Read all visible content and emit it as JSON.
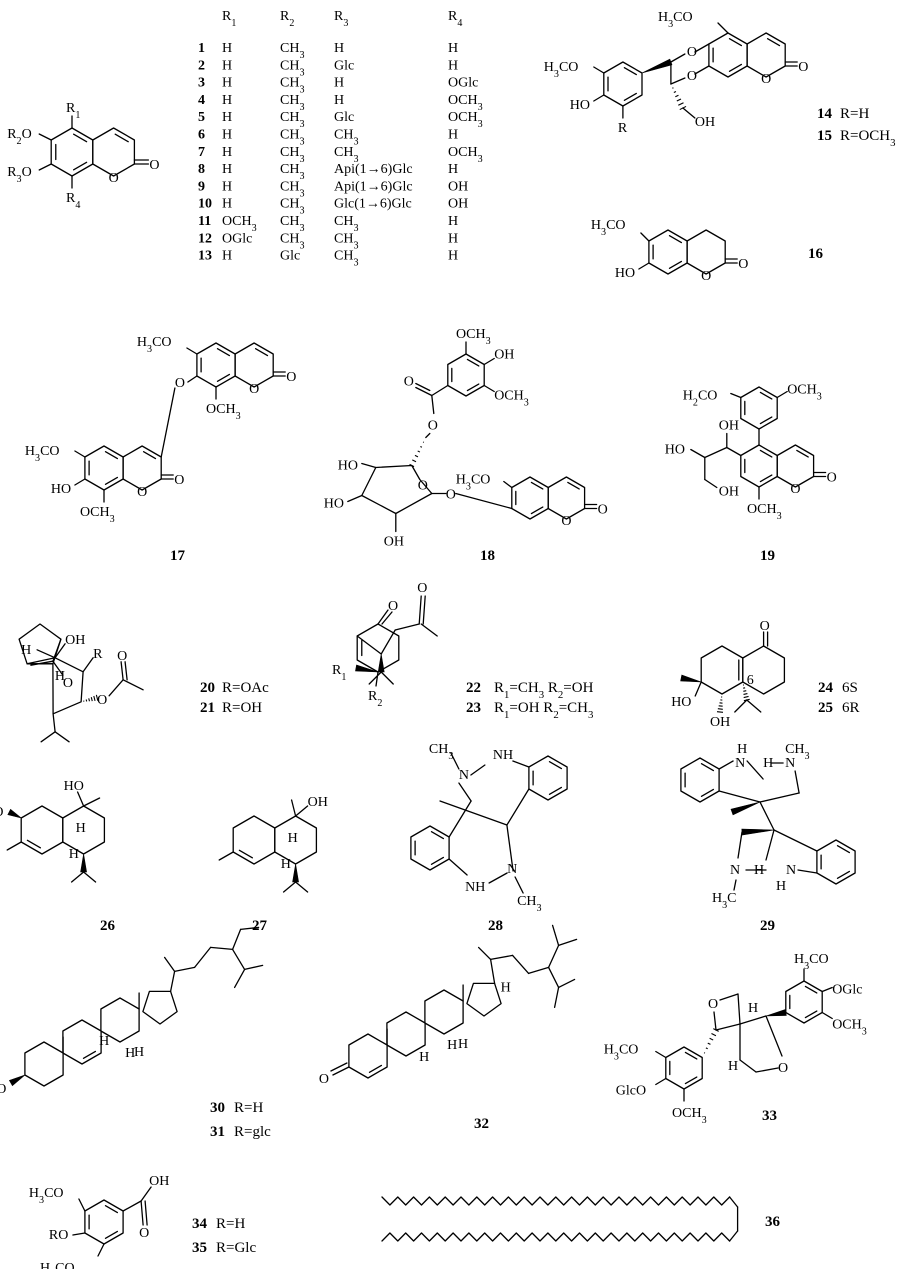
{
  "table": {
    "headers": [
      "R1",
      "R2",
      "R3",
      "R4"
    ],
    "header_display": [
      [
        "R",
        "1"
      ],
      [
        "R",
        "2"
      ],
      [
        "R",
        "3"
      ],
      [
        "R",
        "4"
      ]
    ],
    "rows": [
      {
        "id": "1",
        "r1": "H",
        "r2": "CH3",
        "r3": "H",
        "r4": "H"
      },
      {
        "id": "2",
        "r1": "H",
        "r2": "CH3",
        "r3": "Glc",
        "r4": "H"
      },
      {
        "id": "3",
        "r1": "H",
        "r2": "CH3",
        "r3": "H",
        "r4": "OGlc"
      },
      {
        "id": "4",
        "r1": "H",
        "r2": "CH3",
        "r3": "H",
        "r4": "OCH3"
      },
      {
        "id": "5",
        "r1": "H",
        "r2": "CH3",
        "r3": "Glc",
        "r4": "OCH3"
      },
      {
        "id": "6",
        "r1": "H",
        "r2": "CH3",
        "r3": "CH3",
        "r4": "H"
      },
      {
        "id": "7",
        "r1": "H",
        "r2": "CH3",
        "r3": "CH3",
        "r4": "OCH3"
      },
      {
        "id": "8",
        "r1": "H",
        "r2": "CH3",
        "r3": "Api(1→6)Glc",
        "r4": "H"
      },
      {
        "id": "9",
        "r1": "H",
        "r2": "CH3",
        "r3": "Api(1→6)Glc",
        "r4": "OH"
      },
      {
        "id": "10",
        "r1": "H",
        "r2": "CH3",
        "r3": "Glc(1→6)Glc",
        "r4": "OH"
      },
      {
        "id": "11",
        "r1": "OCH3",
        "r2": "CH3",
        "r3": "CH3",
        "r4": "H"
      },
      {
        "id": "12",
        "r1": "OGlc",
        "r2": "CH3",
        "r3": "CH3",
        "r4": "H"
      },
      {
        "id": "13",
        "r1": "H",
        "r2": "Glc",
        "r3": "CH3",
        "r4": "H"
      }
    ]
  },
  "compounds": {
    "c14": {
      "number": "14",
      "label": "R=H"
    },
    "c15": {
      "number": "15",
      "label": "R=OCH3"
    },
    "c16": {
      "number": "16"
    },
    "c17": {
      "number": "17"
    },
    "c18": {
      "number": "18"
    },
    "c19": {
      "number": "19"
    },
    "c20": {
      "number": "20",
      "label": "R=OAc"
    },
    "c21": {
      "number": "21",
      "label": "R=OH"
    },
    "c22": {
      "number": "22",
      "label": "R1=CH3 R2=OH"
    },
    "c23": {
      "number": "23",
      "label": "R1=OH R2=CH3"
    },
    "c24": {
      "number": "24",
      "label": "6S"
    },
    "c25": {
      "number": "25",
      "label": "6R"
    },
    "c26": {
      "number": "26"
    },
    "c27": {
      "number": "27"
    },
    "c28": {
      "number": "28"
    },
    "c29": {
      "number": "29"
    },
    "c30": {
      "number": "30",
      "label": "R=H"
    },
    "c31": {
      "number": "31",
      "label": "R=glc"
    },
    "c32": {
      "number": "32"
    },
    "c33": {
      "number": "33"
    },
    "c34": {
      "number": "34",
      "label": "R=H"
    },
    "c35": {
      "number": "35",
      "label": "R=Glc"
    },
    "c36": {
      "number": "36"
    }
  },
  "atom_labels": {
    "R1": "R1",
    "R2": "R2",
    "R3": "R3",
    "R4": "R4",
    "R": "R",
    "R2O": "R2O",
    "R3O": "R3O",
    "RO": "RO",
    "O": "O",
    "OH": "OH",
    "HO": "HO",
    "H": "H",
    "H3CO": "H3CO",
    "OCH3": "OCH3",
    "H2CO": "H2CO",
    "N": "N",
    "NH": "NH",
    "CH3": "CH3",
    "H3C": "H3C",
    "GlcO": "GlcO",
    "OGlc": "OGlc",
    "6": "6"
  }
}
